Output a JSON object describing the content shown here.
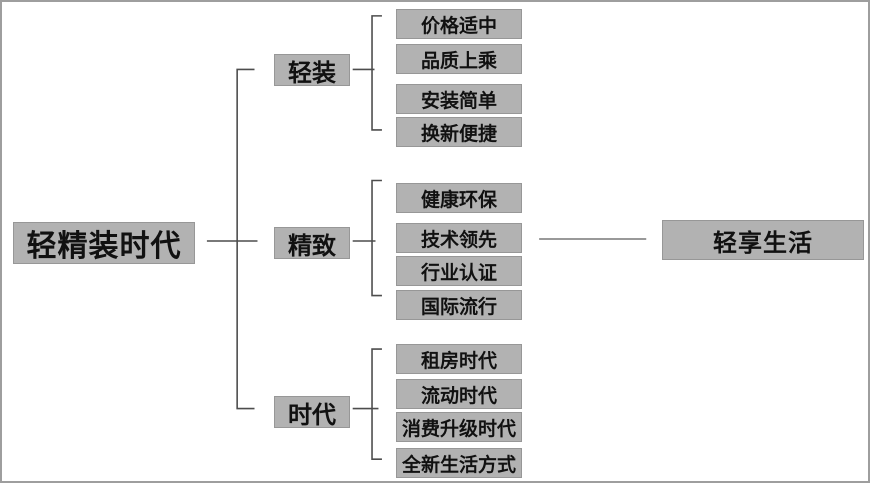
{
  "diagram": {
    "root": {
      "label": "轻精装时代"
    },
    "outcome": {
      "label": "轻享生活"
    },
    "groups": [
      {
        "label": "轻装",
        "items": [
          "价格适中",
          "品质上乘",
          "安装简单",
          "换新便捷"
        ]
      },
      {
        "label": "精致",
        "items": [
          "健康环保",
          "技术领先",
          "行业认证",
          "国际流行"
        ]
      },
      {
        "label": "时代",
        "items": [
          "租房时代",
          "流动时代",
          "消费升级时代",
          "全新生活方式"
        ]
      }
    ]
  },
  "colors": {
    "node_fill": "#b2b2b2",
    "node_border": "#979797",
    "text": "#111111",
    "line": "#4d4d4d",
    "line_light": "#999999",
    "canvas_border": "#9e9e9e",
    "background": "#ffffff"
  }
}
